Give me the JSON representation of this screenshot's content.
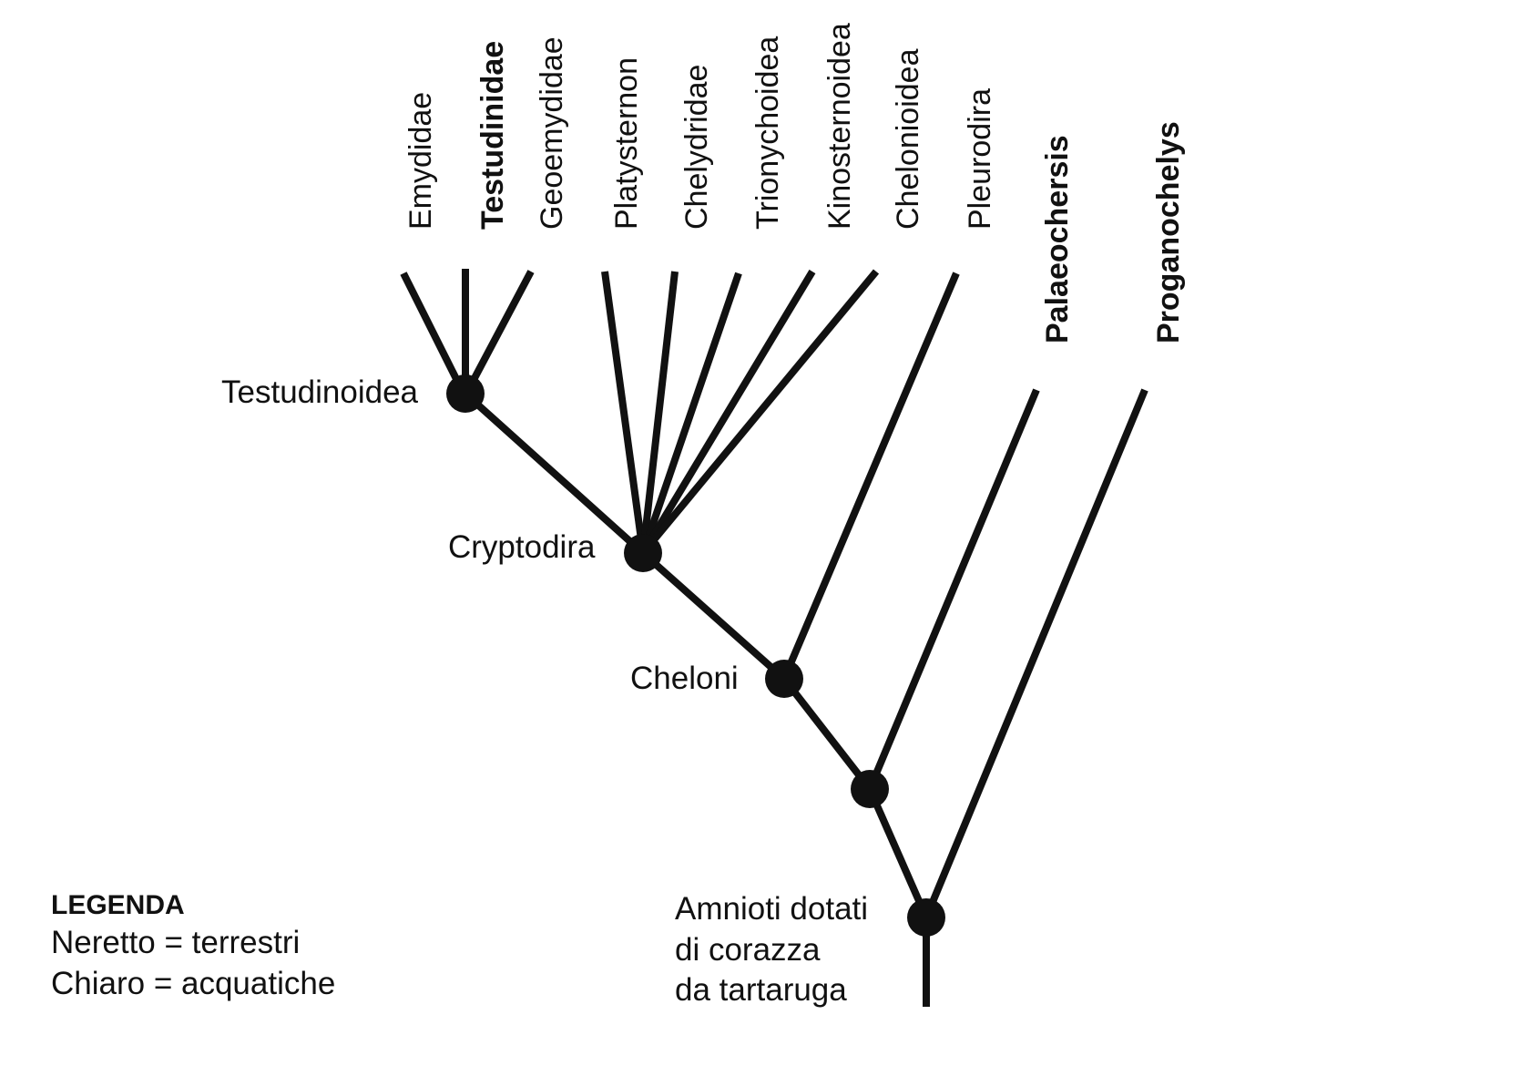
{
  "taxa": [
    {
      "name": "Emydidae",
      "bold": false
    },
    {
      "name": "Testudinidae",
      "bold": true
    },
    {
      "name": "Geoemydidae",
      "bold": false
    },
    {
      "name": "Platysternon",
      "bold": false
    },
    {
      "name": "Chelydridae",
      "bold": false
    },
    {
      "name": "Trionychoidea",
      "bold": false
    },
    {
      "name": "Kinosternoidea",
      "bold": false
    },
    {
      "name": "Chelonioidea",
      "bold": false
    },
    {
      "name": "Pleurodira",
      "bold": false
    },
    {
      "name": "Palaeochersis",
      "bold": true
    },
    {
      "name": "Proganochelys",
      "bold": true
    }
  ],
  "nodes": {
    "testudinoidea": "Testudinoidea",
    "cryptodira": "Cryptodira",
    "cheloni": "Cheloni",
    "root_line1": "Amnioti dotati",
    "root_line2": "di corazza",
    "root_line3": "da tartaruga"
  },
  "legend": {
    "title": "LEGENDA",
    "line1": "Neretto = terrestri",
    "line2": "Chiaro = acquatiche"
  },
  "colors": {
    "ink": "#111111",
    "background": "#ffffff"
  }
}
